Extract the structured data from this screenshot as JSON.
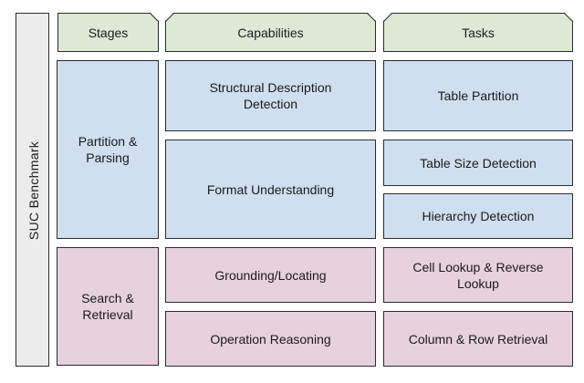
{
  "benchmark_label": "SUC Benchmark",
  "headers": {
    "stages": "Stages",
    "capabilities": "Capabilities",
    "tasks": "Tasks"
  },
  "stages": {
    "partition": "Partition & Parsing",
    "search": "Search & Retrieval"
  },
  "capabilities": {
    "structural": "Structural Description Detection",
    "format": "Format Understanding",
    "grounding": "Grounding/Locating",
    "operation": "Operation Reasoning"
  },
  "tasks": {
    "table_partition": "Table Partition",
    "table_size": "Table Size Detection",
    "hierarchy": "Hierarchy Detection",
    "cell_lookup": "Cell Lookup & Reverse Lookup",
    "column_row": "Column & Row Retrieval"
  },
  "colors": {
    "header_green": "#dde9d5",
    "stage_blue": "#cfdff0",
    "stage_pink": "#e7d1dd",
    "benchmark_gray": "#ececec"
  }
}
